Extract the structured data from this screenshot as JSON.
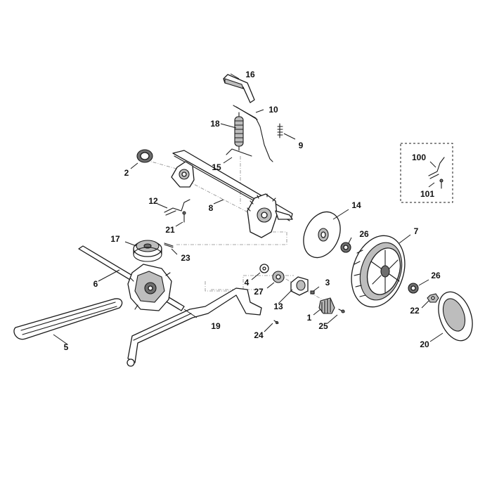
{
  "diagram": {
    "callouts": [
      {
        "id": "c16",
        "label": "16"
      },
      {
        "id": "c10",
        "label": "10"
      },
      {
        "id": "c18",
        "label": "18"
      },
      {
        "id": "c9",
        "label": "9"
      },
      {
        "id": "c2",
        "label": "2"
      },
      {
        "id": "c15",
        "label": "15"
      },
      {
        "id": "c100",
        "label": "100"
      },
      {
        "id": "c101",
        "label": "101"
      },
      {
        "id": "c12",
        "label": "12"
      },
      {
        "id": "c8",
        "label": "8"
      },
      {
        "id": "c14",
        "label": "14"
      },
      {
        "id": "c21",
        "label": "21"
      },
      {
        "id": "c26a",
        "label": "26"
      },
      {
        "id": "c7",
        "label": "7"
      },
      {
        "id": "c17",
        "label": "17"
      },
      {
        "id": "c23",
        "label": "23"
      },
      {
        "id": "c6",
        "label": "6"
      },
      {
        "id": "c4",
        "label": "4"
      },
      {
        "id": "c27",
        "label": "27"
      },
      {
        "id": "c3",
        "label": "3"
      },
      {
        "id": "c26b",
        "label": "26"
      },
      {
        "id": "c13",
        "label": "13"
      },
      {
        "id": "c22",
        "label": "22"
      },
      {
        "id": "c1",
        "label": "1"
      },
      {
        "id": "c19",
        "label": "19"
      },
      {
        "id": "c25",
        "label": "25"
      },
      {
        "id": "c24",
        "label": "24"
      },
      {
        "id": "c20",
        "label": "20"
      },
      {
        "id": "c5",
        "label": "5"
      }
    ]
  }
}
